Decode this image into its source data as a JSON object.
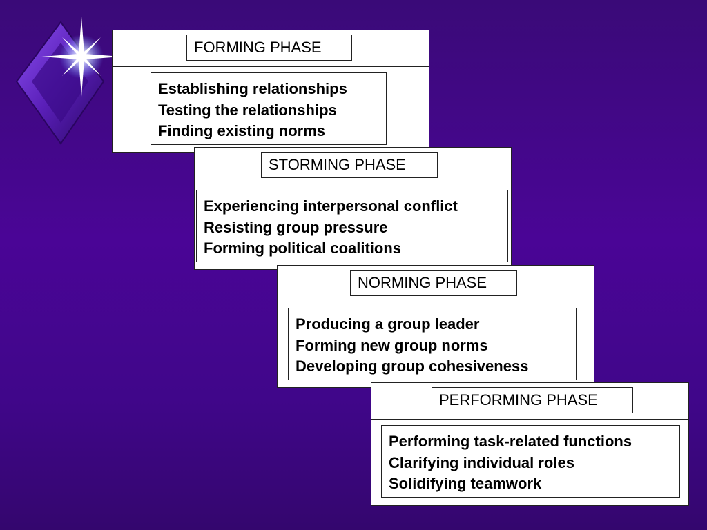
{
  "colors": {
    "background": "#4a0596",
    "card": "#ffffff",
    "border": "#222222",
    "logo_diamond": "#6a2cd0"
  },
  "logo": {
    "icon": "star-diamond-icon"
  },
  "phases": [
    {
      "title": "FORMING PHASE",
      "lines": [
        "Establishing relationships",
        "Testing the relationships",
        "Finding existing norms"
      ]
    },
    {
      "title": "STORMING PHASE",
      "lines": [
        "Experiencing interpersonal conflict",
        "Resisting group pressure",
        "Forming political coalitions"
      ]
    },
    {
      "title": "NORMING PHASE",
      "lines": [
        "Producing a group leader",
        "Forming new group norms",
        "Developing group cohesiveness"
      ]
    },
    {
      "title": "PERFORMING PHASE",
      "lines": [
        "Performing task-related functions",
        "Clarifying individual roles",
        "Solidifying teamwork"
      ]
    }
  ]
}
